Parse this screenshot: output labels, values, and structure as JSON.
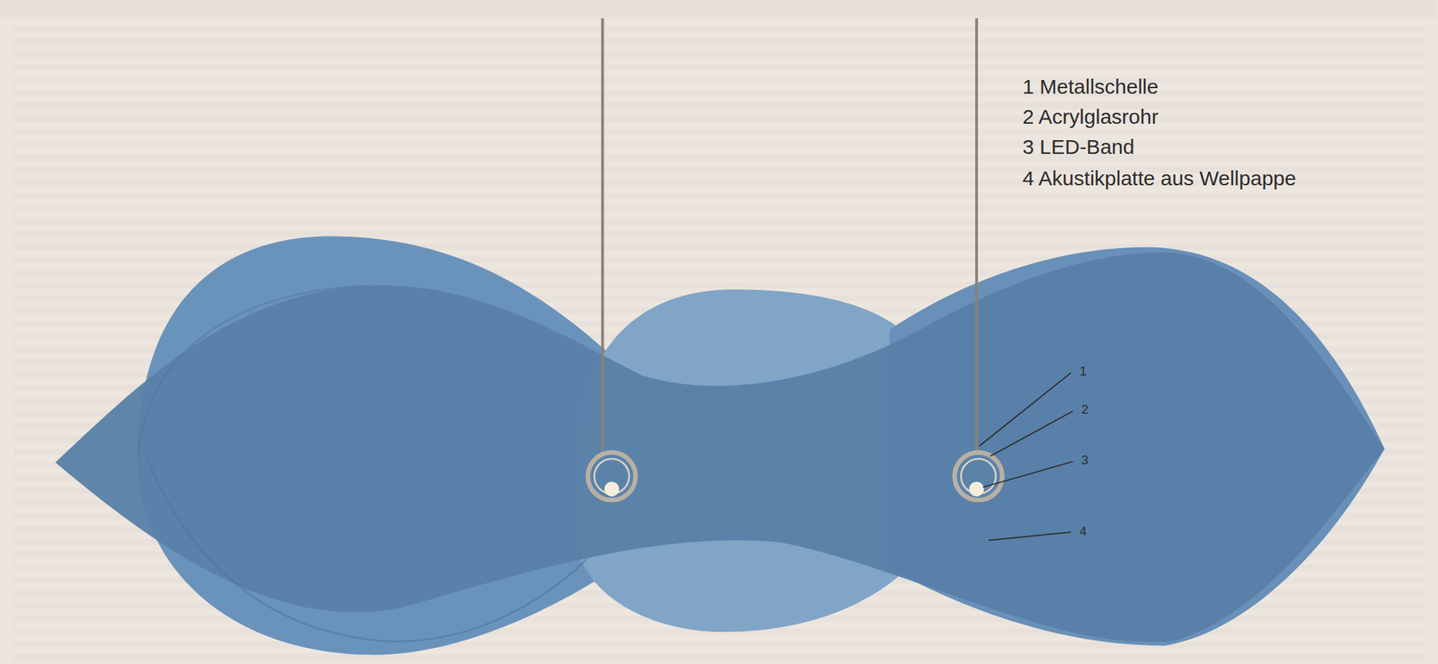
{
  "diagram": {
    "labels": [
      "1 Metallschelle",
      "2 Acrylglasrohr",
      "3 LED-Band",
      "4 Akustikplatte aus Wellpappe",
      "1",
      "2",
      "3",
      "4"
    ]
  }
}
